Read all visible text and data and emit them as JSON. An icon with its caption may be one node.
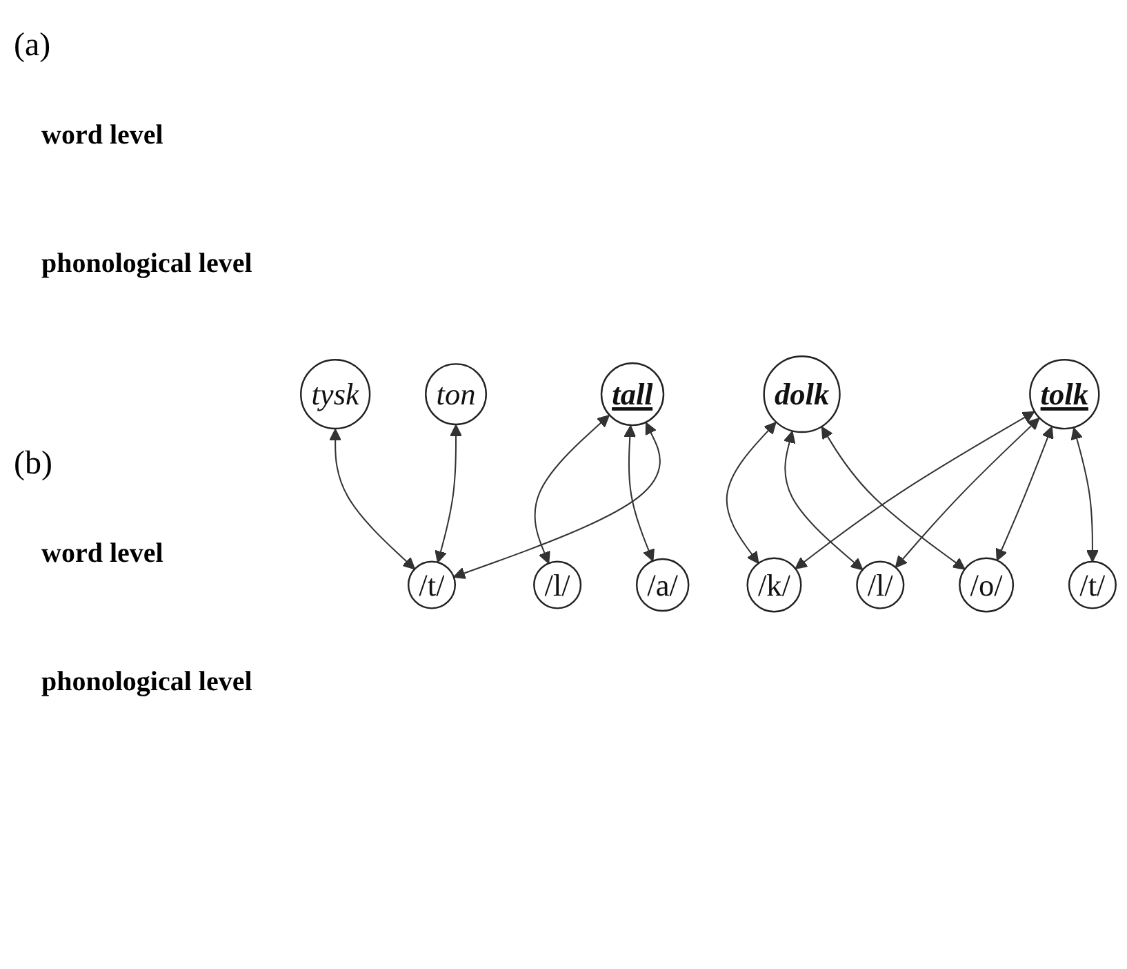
{
  "diagram": {
    "nodes": [
      {
        "text": [
          "ton"
        ]
      },
      {
        "text": [
          "tysk"
        ]
      },
      {
        "text": [
          "tall"
        ]
      },
      {
        "text": [
          "/t/"
        ]
      },
      {
        "text": [
          "/a/"
        ]
      },
      {
        "text": [
          "/l/"
        ]
      },
      {
        "text": [
          "dolk"
        ]
      },
      {
        "text": [
          "tolk"
        ]
      },
      {
        "text": [
          "/t/"
        ]
      },
      {
        "text": [
          "/o/"
        ]
      },
      {
        "text": [
          "/l/"
        ]
      },
      {
        "text": [
          "/k/"
        ]
      }
    ],
    "edges": [
      {
        "from": 0,
        "to": 3,
        "arrow": "both"
      },
      {
        "from": 1,
        "to": 3,
        "arrow": "both"
      },
      {
        "from": 2,
        "to": 3,
        "arrow": "both"
      },
      {
        "from": 2,
        "to": 4,
        "arrow": "both"
      },
      {
        "from": 2,
        "to": 5,
        "arrow": "both"
      },
      {
        "from": 7,
        "to": 8,
        "arrow": "both"
      },
      {
        "from": 7,
        "to": 9,
        "arrow": "both"
      },
      {
        "from": 7,
        "to": 10,
        "arrow": "both"
      },
      {
        "from": 7,
        "to": 11,
        "arrow": "both"
      },
      {
        "from": 6,
        "to": 9,
        "arrow": "both"
      },
      {
        "from": 6,
        "to": 10,
        "arrow": "both"
      },
      {
        "from": 6,
        "to": 11,
        "arrow": "both"
      }
    ],
    "labels": [
      "(a)",
      "word level",
      "phonological level",
      "(b)",
      "word level",
      "phonological level"
    ]
  }
}
